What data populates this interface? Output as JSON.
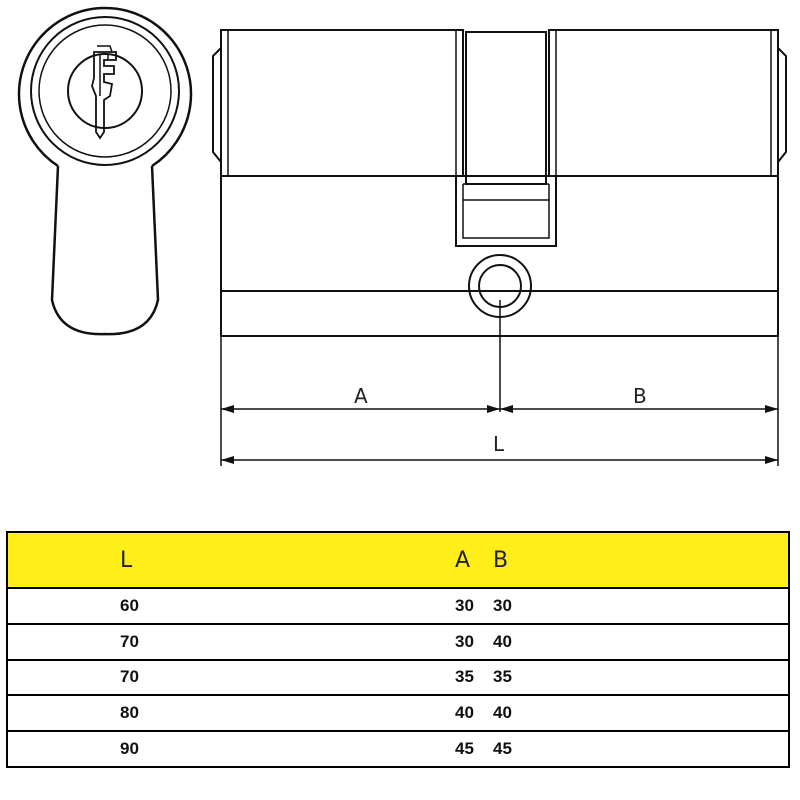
{
  "drawing": {
    "label_a": "A",
    "label_b": "B",
    "label_l": "L"
  },
  "table": {
    "headers": [
      "L",
      "A",
      "B"
    ],
    "rows": [
      [
        "60",
        "30",
        "30"
      ],
      [
        "70",
        "30",
        "40"
      ],
      [
        "70",
        "35",
        "35"
      ],
      [
        "80",
        "40",
        "40"
      ],
      [
        "90",
        "45",
        "45"
      ]
    ],
    "header_color": "#ffee1a"
  }
}
